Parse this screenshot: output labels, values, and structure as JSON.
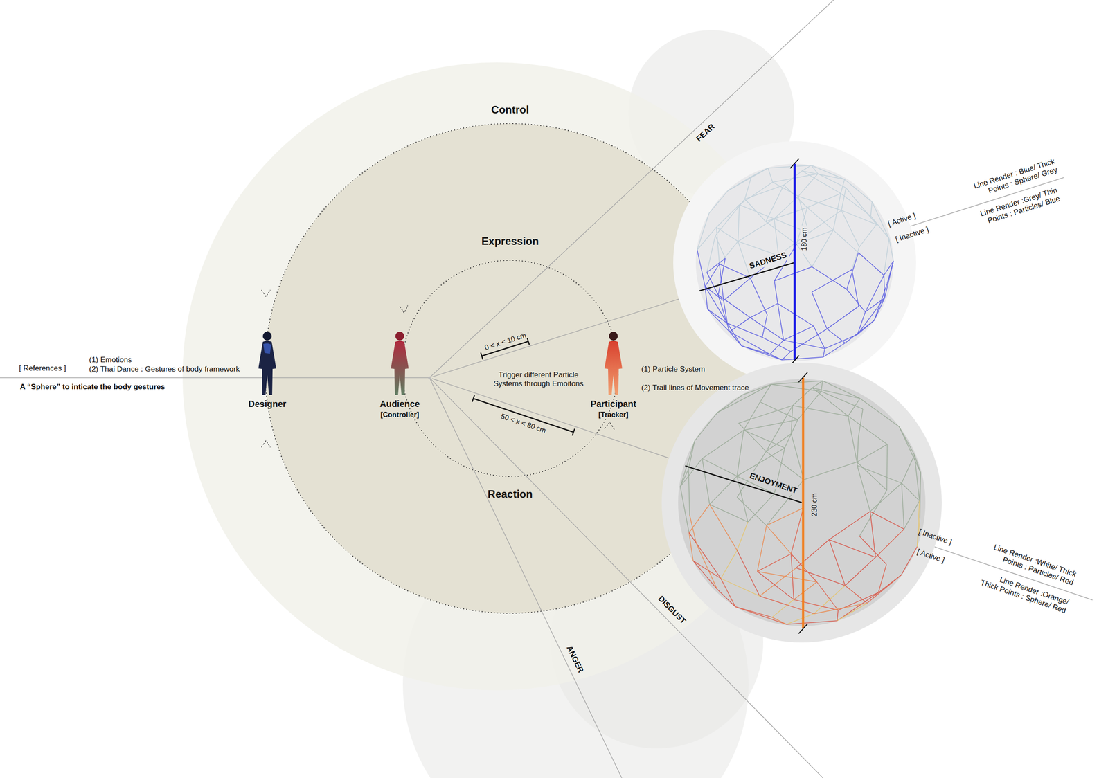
{
  "diagram": {
    "nodes": [
      {
        "text": [
          "Control"
        ]
      },
      {
        "text": [
          "Expression",
          "Reaction"
        ],
        "in": 0
      },
      {
        "text": [
          "Designer"
        ],
        "in": 0
      },
      {
        "text": [
          "Audience",
          "[Controller]"
        ],
        "in": 1
      },
      {
        "text": [
          "Participant",
          "[Tracker]"
        ],
        "in": 1
      },
      {
        "text": [
          "SADNESS",
          "180 cm"
        ]
      },
      {
        "text": [
          "ENJOYMENT",
          "230 cm"
        ]
      }
    ],
    "edges": [
      {
        "from": 3,
        "to": 5,
        "arrow": "none"
      },
      {
        "from": 3,
        "to": 6,
        "arrow": "none"
      }
    ],
    "labels": [
      "[ References ]",
      "(1) Emotions",
      "(2) Thai Dance : Gestures of body framework",
      "A “Sphere” to inticate the body gestures",
      "Trigger different Particle Systems through Emoitons",
      "(1) Particle System",
      "(2) Trail lines of Movement trace",
      "0 < x < 10 cm",
      "50 < x < 80 cm",
      "FEAR",
      "DISGUST",
      "ANGER",
      "[ Active ]",
      "[ Inactive ]",
      "Line Render : Blue/ Thick Points : Sphere/ Grey",
      "Line Render :Grey/ Thin Points : Particles/ Blue",
      "[ Inactive ]",
      "[ Active ]",
      "Line Render :White/ Thick Points : Particles/ Red",
      "Line Render :Orange/ Thick Points : Sphere/ Red"
    ]
  }
}
